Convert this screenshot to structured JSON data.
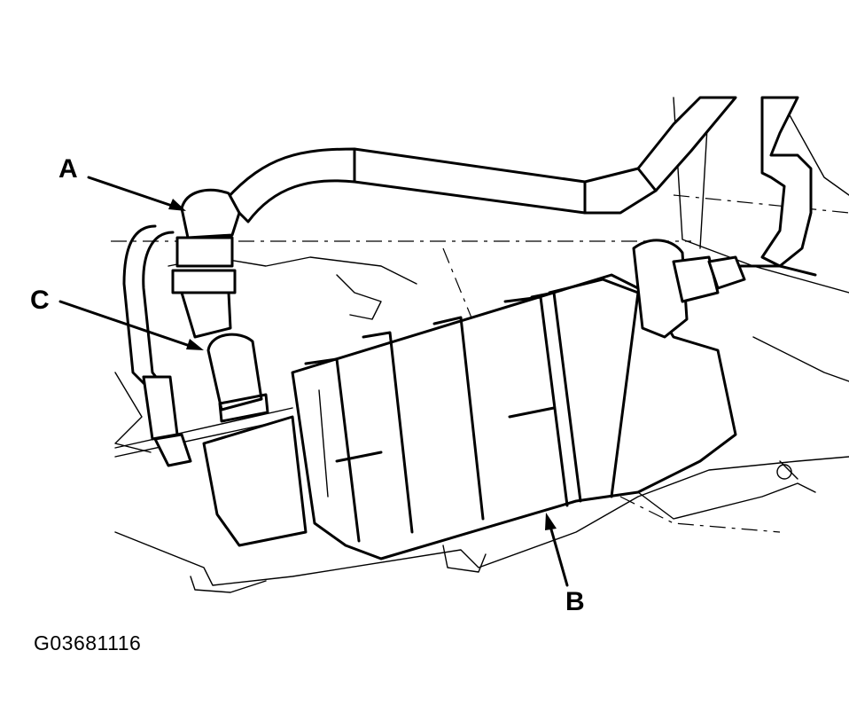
{
  "labels": {
    "a": "A",
    "b": "B",
    "c": "C"
  },
  "figure_id": "G03681116",
  "colors": {
    "ink": "#000000",
    "paper": "#ffffff"
  }
}
